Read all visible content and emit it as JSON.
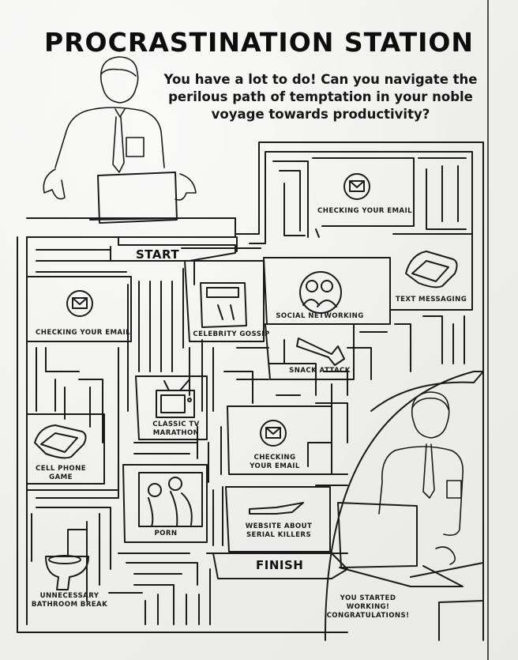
{
  "title": "PROCRASTINATION STATION",
  "intro": "You have a lot to do! Can you navigate the perilous path of temptation in your noble voyage towards productivity?",
  "start_label": "START",
  "finish_label": "FINISH",
  "end_message": "YOU STARTED WORKING!\nCONGRATULATIONS!",
  "obstacles": {
    "email_top": "CHECKING YOUR EMAIL",
    "text_messaging": "TEXT MESSAGING",
    "social_networking": "SOCIAL NETWORKING",
    "celebrity_gossip": "CELEBRITY GOSSIP",
    "email_left": "CHECKING YOUR EMAIL",
    "snack_attack": "SNACK ATTACK",
    "classic_tv": "CLASSIC TV\nMARATHON",
    "email_middle": "CHECKING\nYOUR EMAIL",
    "cell_phone_game": "CELL PHONE\nGAME",
    "porn": "PORN",
    "serial_killers": "WEBSITE ABOUT\nSERIAL KILLERS",
    "bathroom_break": "UNNECESSARY\nBATHROOM BREAK"
  },
  "icons": [
    "envelope-icon",
    "smartphone-icon",
    "people-icon",
    "magazine-icon",
    "candy-bar-icon",
    "tv-icon",
    "knife-icon",
    "toilet-icon",
    "couple-icon",
    "worker-figure",
    "laptop-icon"
  ]
}
